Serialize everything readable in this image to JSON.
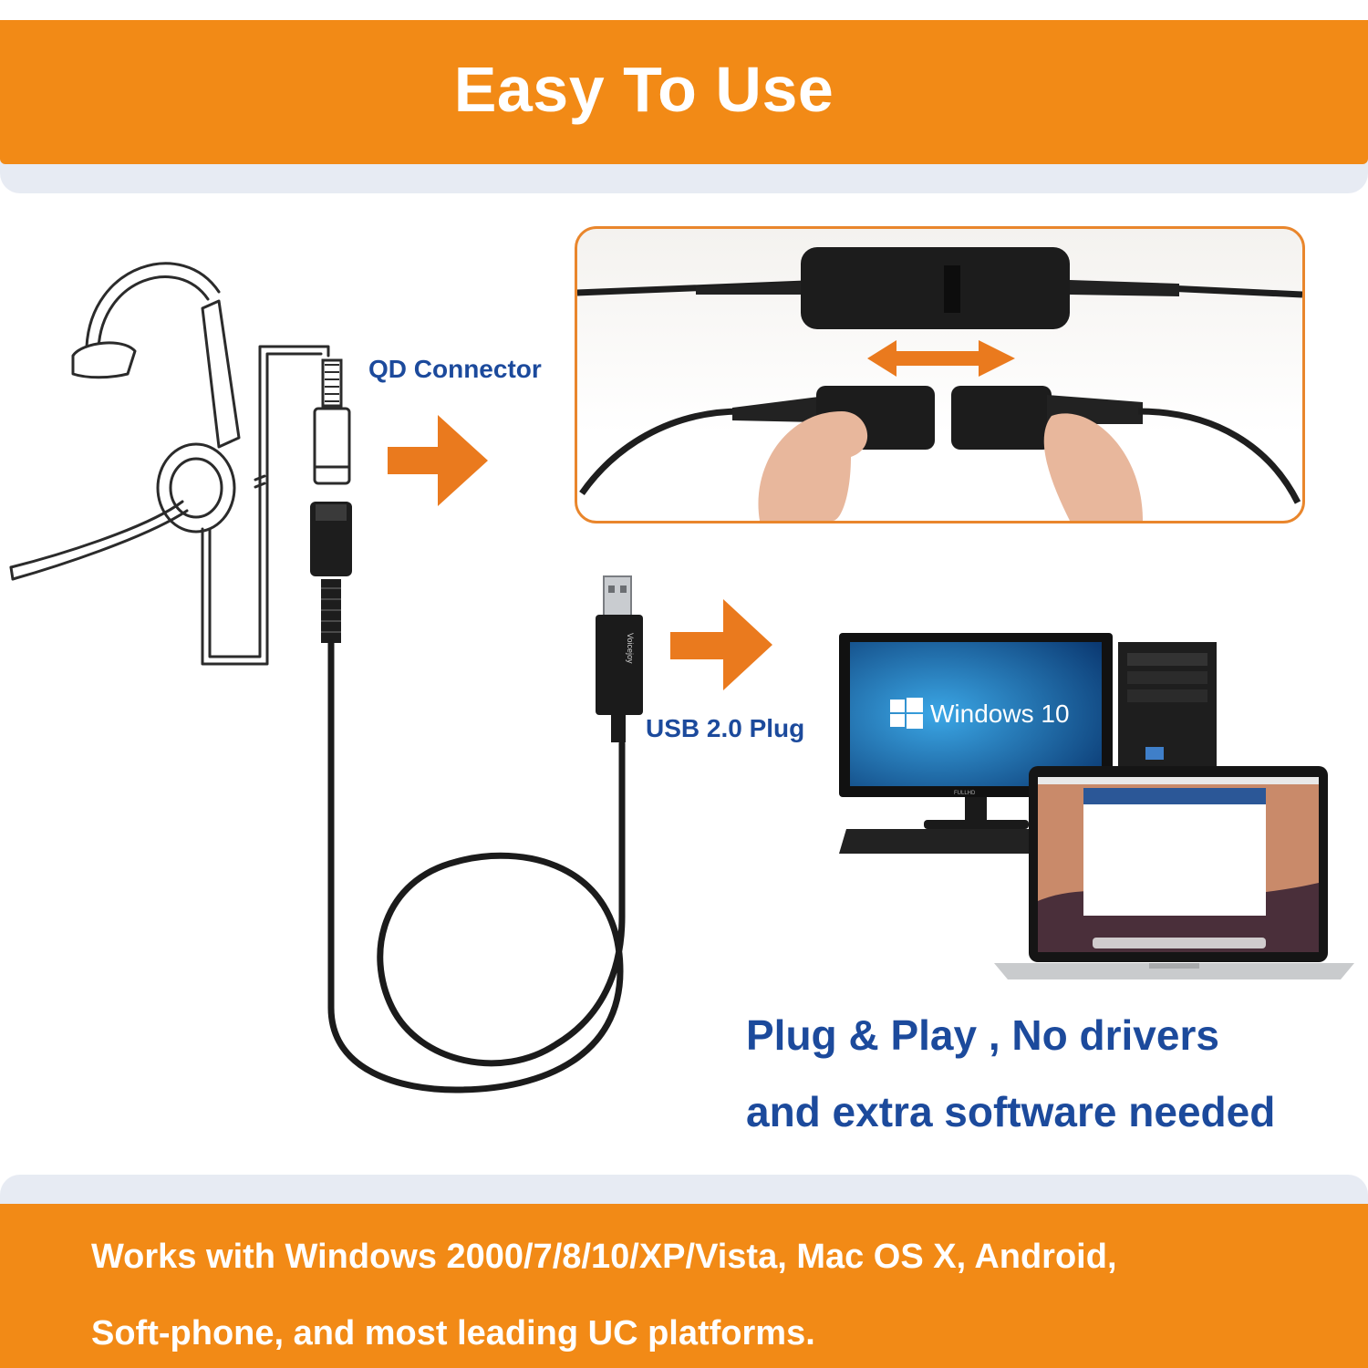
{
  "header": {
    "title": "Easy To Use"
  },
  "labels": {
    "qd_connector": "QD Connector",
    "usb_plug": "USB 2.0 Plug",
    "windows_logo_text": "Windows 10",
    "monitor_brand": "FULLHD",
    "usb_brand": "Voicejoy"
  },
  "tagline": {
    "line1": "Plug & Play , No drivers",
    "line2": "and extra software needed"
  },
  "footer": {
    "line1": "Works with Windows 2000/7/8/10/XP/Vista, Mac OS X, Android,",
    "line2": "Soft-phone, and most leading UC platforms."
  },
  "colors": {
    "accent_orange": "#f28a16",
    "arrow_orange": "#ea7a1e",
    "text_blue": "#1c4a9c",
    "frame_orange": "#e9862c"
  },
  "icons": [
    "headset-illustration",
    "qd-connector-icon",
    "usb-plug-icon",
    "desktop-computer-icon",
    "laptop-icon",
    "windows-logo-icon",
    "arrow-right-icon",
    "double-arrow-icon"
  ]
}
